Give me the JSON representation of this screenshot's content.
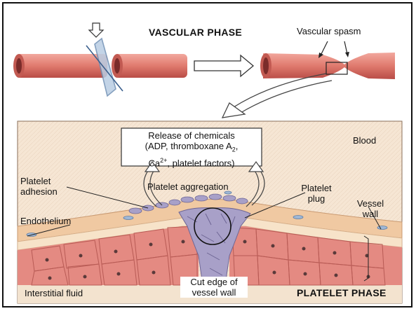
{
  "headings": {
    "vascular_phase": "VASCULAR PHASE",
    "platelet_phase": "PLATELET PHASE"
  },
  "labels": {
    "vascular_spasm": "Vascular spasm",
    "release_line1": "Release of chemicals",
    "release_line2": "(ADP, thromboxane A",
    "release_sub": "2",
    "release_line2_end": ",",
    "release_line3_pre": "Ca",
    "release_sup": "2+",
    "release_line3_post": ", platelet factors)",
    "blood": "Blood",
    "platelet_adhesion_1": "Platelet",
    "platelet_adhesion_2": "adhesion",
    "platelet_aggregation": "Platelet aggregation",
    "platelet_plug_1": "Platelet",
    "platelet_plug_2": "plug",
    "vessel_wall_1": "Vessel",
    "vessel_wall_2": "wall",
    "endothelium": "Endothelium",
    "cut_edge_1": "Cut edge of",
    "cut_edge_2": "vessel wall",
    "interstitial_fluid": "Interstitial fluid"
  },
  "colors": {
    "vessel": "#e07a6e",
    "vessel_dark": "#b94c46",
    "tissue_bg": "#f6e6d4",
    "endothelium": "#f0c9a2",
    "platelet": "#a8a0c8",
    "muscle": "#e48a82",
    "interstitial": "#f3e3cf",
    "blade": "#6f8fb4"
  }
}
